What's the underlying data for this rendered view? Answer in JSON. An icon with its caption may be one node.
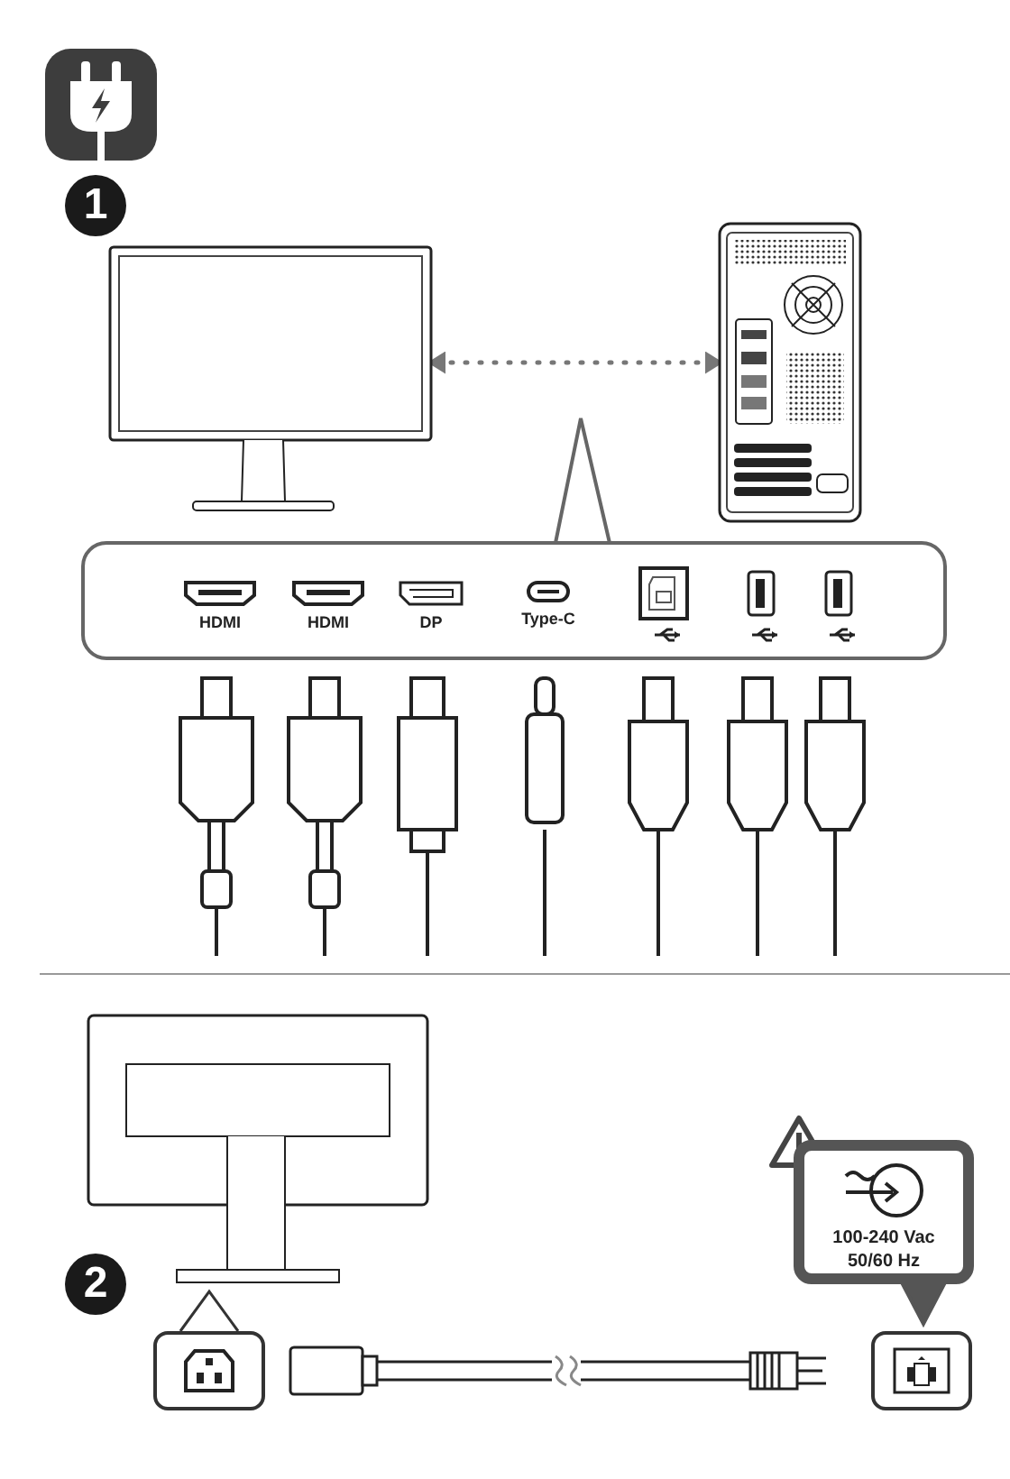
{
  "diagram": {
    "nodes": [
      {
        "text": [],
        "shape": "picture"
      },
      {
        "text": [],
        "shape": "picture"
      },
      {
        "text": [],
        "shape": "box"
      },
      {
        "text": [
          "HDMI"
        ],
        "in": 2
      },
      {
        "text": [
          "HDMI"
        ],
        "in": 2
      },
      {
        "text": [
          "DP"
        ],
        "in": 2
      },
      {
        "text": [
          "Type-C"
        ],
        "in": 2
      },
      {
        "text": [],
        "shape": "box",
        "in": 2
      },
      {
        "text": [],
        "shape": "box",
        "in": 2
      },
      {
        "text": [],
        "shape": "box",
        "in": 2
      },
      {
        "text": [],
        "shape": "picture"
      },
      {
        "text": [],
        "shape": "box"
      },
      {
        "text": [
          "100-240 Vac",
          "50/60 Hz"
        ]
      },
      {
        "text": [],
        "shape": "box"
      }
    ],
    "edges": [
      {
        "from": 0,
        "to": 1,
        "arrow": "both",
        "style": "dashed",
        "color": "#777777"
      }
    ],
    "labels": [
      "1",
      "2"
    ]
  }
}
